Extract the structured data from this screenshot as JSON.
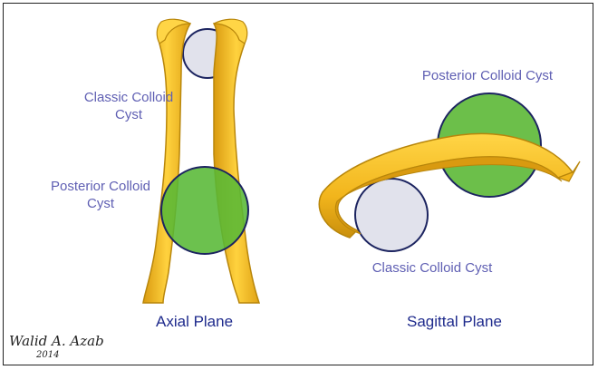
{
  "labels": {
    "axial_classic": [
      "Classic Colloid",
      "Cyst"
    ],
    "axial_posterior": [
      "Posterior Colloid",
      "Cyst"
    ],
    "sagittal_posterior": "Posterior Colloid Cyst",
    "sagittal_classic": "Classic Colloid Cyst"
  },
  "titles": {
    "axial": "Axial Plane",
    "sagittal": "Sagittal Plane"
  },
  "signature": {
    "name": "Walid A. Azab",
    "year": "2014"
  },
  "colors": {
    "fornix_yellow": "#f2b51c",
    "fornix_outline": "#b8860b",
    "green_cyst": "#6cbf4a",
    "grey_cyst": "#e1e2ec",
    "cyst_outline": "#1c2460",
    "label_text": "#5f5fb3",
    "title_text": "#1e2a8c"
  }
}
